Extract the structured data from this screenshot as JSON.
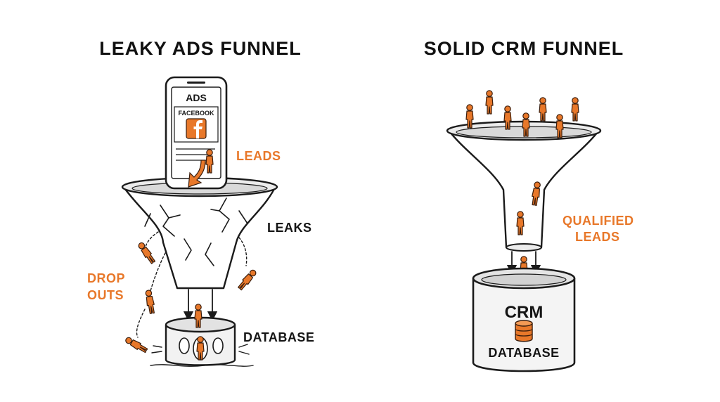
{
  "colors": {
    "ink": "#151515",
    "accent": "#e8782a",
    "background": "#ffffff"
  },
  "left": {
    "title": "LEAKY ADS FUNNEL",
    "phone_header": "ADS",
    "phone_app": "FACEBOOK",
    "app_icon": "facebook-icon",
    "leads_label": "LEADS",
    "leaks_label": "LEAKS",
    "dropouts_line1": "DROP",
    "dropouts_line2": "OUTS",
    "database_label": "DATABASE"
  },
  "right": {
    "title": "SOLID CRM FUNNEL",
    "qualified_line1": "QUALIFIED",
    "qualified_line2": "LEADS",
    "crm_label": "CRM",
    "database_icon": "database-icon",
    "database_label": "DATABASE"
  }
}
